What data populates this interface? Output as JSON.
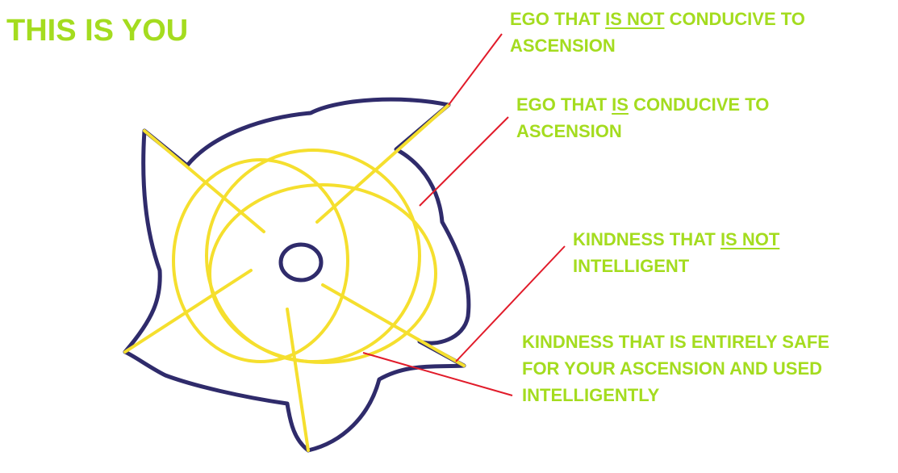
{
  "title": "THIS IS YOU",
  "colors": {
    "text": "#a4dc1f",
    "outline": "#2f2b6b",
    "rings": "#f5df2e",
    "pointer": "#e11b2a",
    "background": "#ffffff"
  },
  "labels": {
    "ego_not_conducive": {
      "line1_pre": "EGO THAT ",
      "line1_emph": "IS NOT",
      "line1_post": " CONDUCIVE TO",
      "line2": "ASCENSION"
    },
    "ego_conducive": {
      "line1_pre": "EGO THAT ",
      "line1_emph": "IS",
      "line1_post": " CONDUCIVE TO",
      "line2": "ASCENSION"
    },
    "kindness_not_intelligent": {
      "line1_pre": "KINDNESS THAT ",
      "line1_emph": "IS NOT",
      "line2": "INTELLIGENT"
    },
    "kindness_safe": {
      "line1": "KINDNESS THAT IS ENTIRELY SAFE",
      "line2": "FOR YOUR ASCENSION AND USED",
      "line3": "INTELLIGENTLY"
    }
  }
}
